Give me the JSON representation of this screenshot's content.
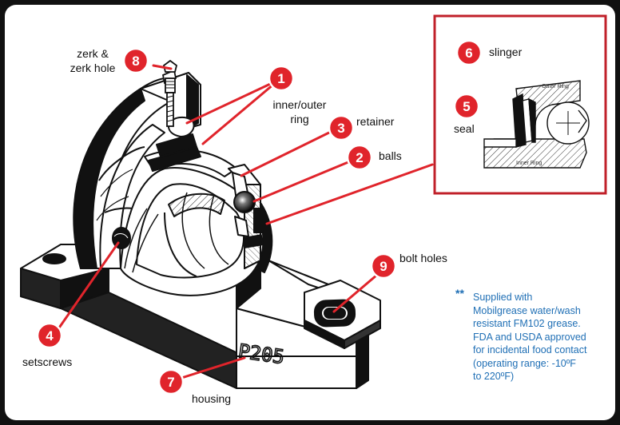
{
  "callouts": [
    {
      "number": "1",
      "label": "inner/outer ring",
      "color": "#e0242b"
    },
    {
      "number": "2",
      "label": "balls",
      "color": "#e0242b"
    },
    {
      "number": "3",
      "label": "retainer",
      "color": "#e0242b"
    },
    {
      "number": "4",
      "label": "setscrews",
      "color": "#e0242b"
    },
    {
      "number": "5",
      "label": "seal",
      "color": "#e0242b"
    },
    {
      "number": "6",
      "label": "slinger",
      "color": "#e0242b"
    },
    {
      "number": "7",
      "label": "housing",
      "color": "#e0242b"
    },
    {
      "number": "8",
      "label": "zerk & zerk hole",
      "color": "#e0242b"
    },
    {
      "number": "9",
      "label": "bolt holes",
      "color": "#e0242b"
    }
  ],
  "label_lines": {
    "inner_outer_1": "inner/outer",
    "inner_outer_2": "ring",
    "zerk_1": "zerk &",
    "zerk_2": "zerk hole"
  },
  "inset": {
    "outer_ring_text": "Outer Ring",
    "inner_ring_text": "Inner Ring",
    "border_color": "#c0202a"
  },
  "housing_stamp": "P205",
  "note": {
    "marker": "**",
    "lines": [
      "Supplied with",
      "Mobilgrease water/wash",
      "resistant FM102 grease.",
      "FDA and USDA approved",
      "for incidental food contact",
      "(operating range: -10ºF",
      "to 220ºF)"
    ],
    "color": "#1f6fb5"
  }
}
